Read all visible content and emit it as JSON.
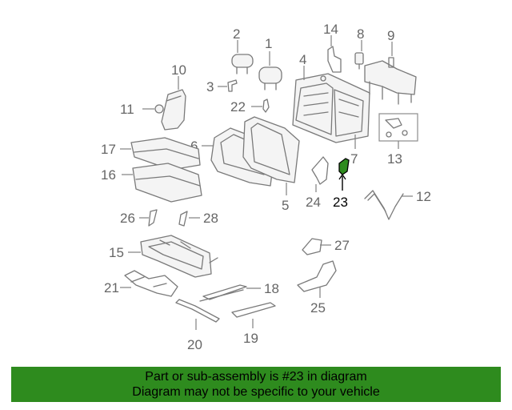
{
  "diagram": {
    "callouts": {
      "c1": "1",
      "c2": "2",
      "c3": "3",
      "c4": "4",
      "c5": "5",
      "c6": "6",
      "c7": "7",
      "c8": "8",
      "c9": "9",
      "c10": "10",
      "c11": "11",
      "c12": "12",
      "c13": "13",
      "c14": "14",
      "c15": "15",
      "c16": "16",
      "c17": "17",
      "c18": "18",
      "c19": "19",
      "c20": "20",
      "c21": "21",
      "c22": "22",
      "c23": "23",
      "c24": "24",
      "c25": "25",
      "c26": "26",
      "c27": "27",
      "c28": "28"
    },
    "highlight_color": "#2e8b1e"
  },
  "banner": {
    "line1": "Part or sub-assembly is #23 in diagram",
    "line2": "Diagram may not be specific to your vehicle",
    "color": "#2e8b1e"
  }
}
